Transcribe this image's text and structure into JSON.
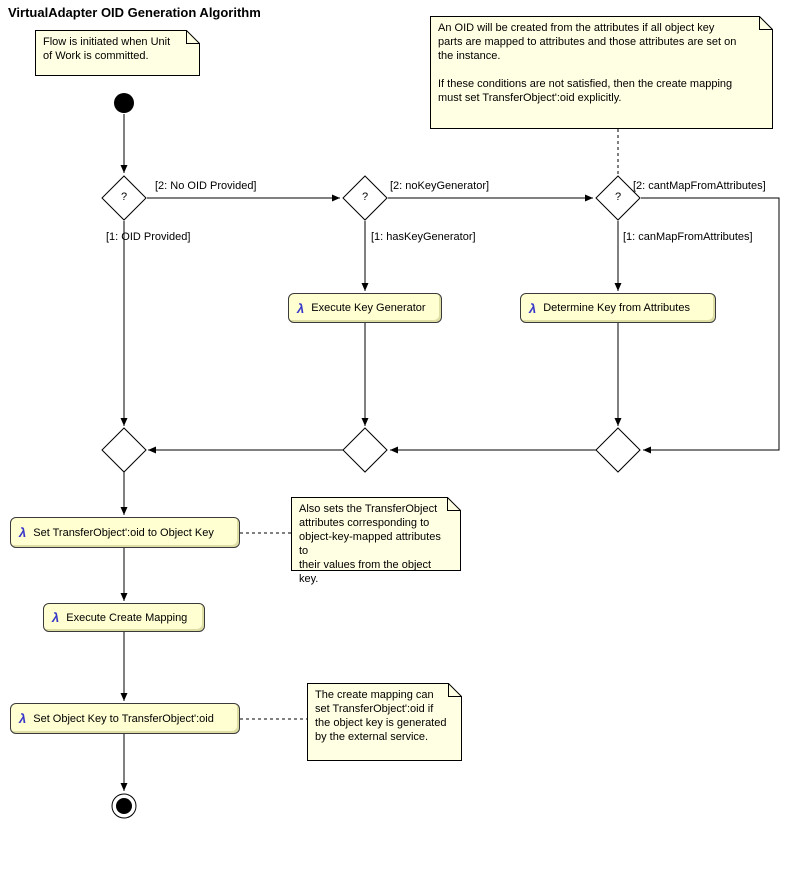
{
  "title": "VirtualAdapter OID Generation Algorithm",
  "icons": {
    "lambda": "λ"
  },
  "decision_mark": "?",
  "notes": {
    "flow_initiated": {
      "text": "Flow is initiated when Unit\nof Work is committed."
    },
    "oid_creation": {
      "text": "An OID will be created from the attributes if all object key\nparts are mapped to attributes and those attributes are set on\nthe instance.\n\nIf these conditions are not satisfied, then the create mapping\nmust set TransferObject':oid explicitly."
    },
    "also_sets": {
      "text": "Also sets the TransferObject\nattributes corresponding to\nobject-key-mapped attributes to\ntheir values from the object key."
    },
    "create_mapping_note": {
      "text": "The create mapping can\nset TransferObject':oid if\nthe object key is generated\nby the external service."
    }
  },
  "actions": {
    "execute_key_generator": {
      "label": "Execute Key Generator"
    },
    "determine_key_from_attributes": {
      "label": "Determine Key from Attributes"
    },
    "set_oid_to_object_key": {
      "label": "Set TransferObject':oid to Object Key"
    },
    "execute_create_mapping": {
      "label": "Execute Create Mapping"
    },
    "set_object_key_to_oid": {
      "label": "Set Object Key to TransferObject':oid"
    }
  },
  "edge_labels": {
    "no_oid_provided": "[2: No OID Provided]",
    "oid_provided": "[1: OID Provided]",
    "no_key_generator": "[2: noKeyGenerator]",
    "has_key_generator": "[1: hasKeyGenerator]",
    "cant_map_from_attributes": "[2: cantMapFromAttributes]",
    "can_map_from_attributes": "[1: canMapFromAttributes]"
  },
  "colors": {
    "note_fill": "#FFFFE3",
    "action_fill": "#FFFFD2",
    "action_shade": "#DEDEA4",
    "lambda_blue": "#3535C8",
    "line": "#000000"
  }
}
